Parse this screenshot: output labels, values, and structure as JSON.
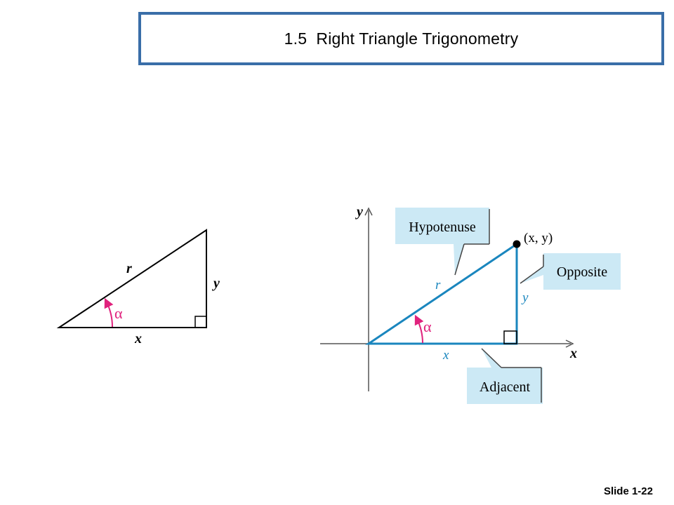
{
  "title": "1.5  Right Triangle Trigonometry",
  "slide_number": "Slide 1-22",
  "colors": {
    "accent_blue": "#3a6ea8",
    "triangle_blue": "#1a86be",
    "angle_magenta": "#e0227d",
    "callout_fill": "#cce9f5"
  },
  "left_triangle": {
    "hypotenuse_label": "r",
    "vertical_label": "y",
    "horizontal_label": "x",
    "angle_label": "α"
  },
  "right_figure": {
    "y_axis_label": "y",
    "x_axis_label": "x",
    "point_label": "(x, y)",
    "hypotenuse_label": "r",
    "opposite_label": "y",
    "adjacent_label": "x",
    "angle_label": "α",
    "callout_hypotenuse": "Hypotenuse",
    "callout_opposite": "Opposite",
    "callout_adjacent": "Adjacent"
  }
}
